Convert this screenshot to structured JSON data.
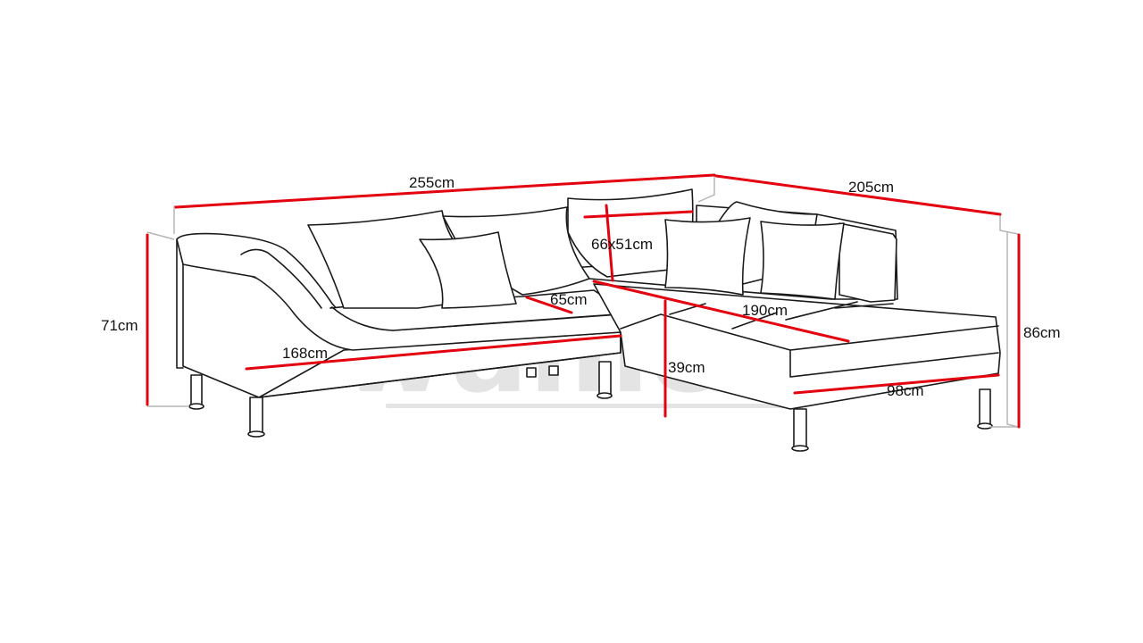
{
  "diagram": {
    "watermark": {
      "text": "wumox",
      "mark": "®",
      "color": "#e4e4e4"
    },
    "colors": {
      "dimension_line": "#e3000f",
      "outline": "#1a1a1a",
      "guide": "#b5b5b5"
    },
    "dimensions": {
      "total_width": "255cm",
      "depth_right": "205cm",
      "height_left": "71cm",
      "height_right": "86cm",
      "pillow": "66x51cm",
      "seat_depth": "65cm",
      "chaise_length": "190cm",
      "sofa_length": "168cm",
      "seat_height": "39cm",
      "chaise_width": "98cm"
    }
  }
}
